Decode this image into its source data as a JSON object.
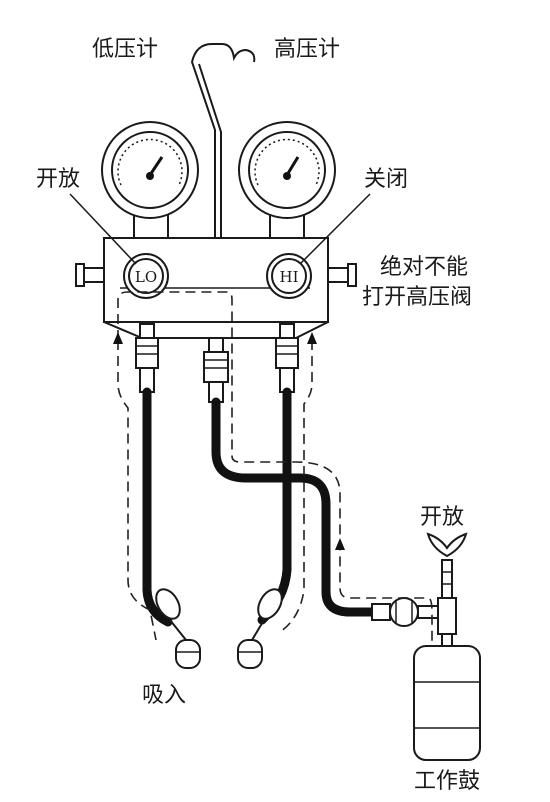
{
  "labels": {
    "low_gauge": "低压计",
    "high_gauge": "高压计",
    "open_left": "开放",
    "close_right": "关闭",
    "no_open_high_1": "绝对不能",
    "no_open_high_2": "打开高压阀",
    "open_drum": "开放",
    "suction": "吸入",
    "working_drum": "工作鼓",
    "lo_valve": "LO",
    "hi_valve": "HI"
  }
}
